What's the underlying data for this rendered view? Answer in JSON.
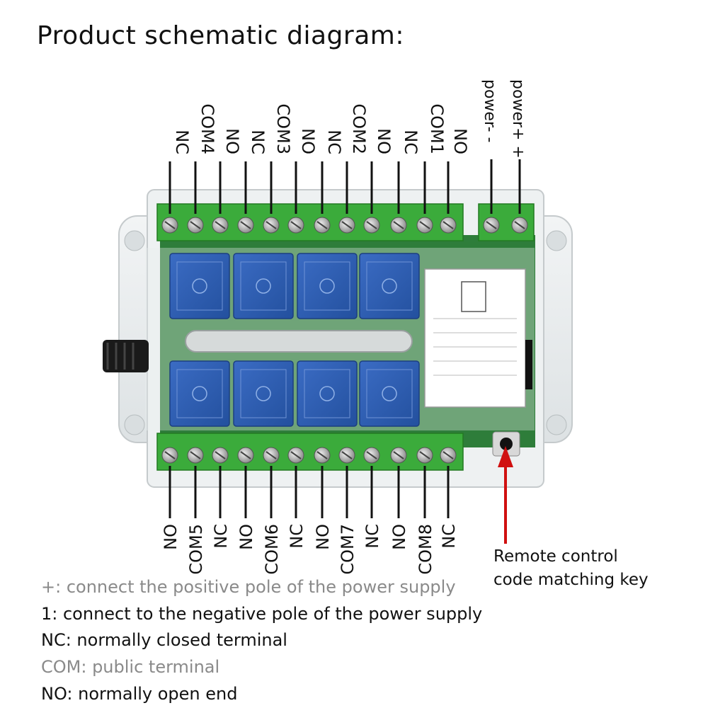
{
  "title": "Product schematic diagram:",
  "top_terminals": [
    "NC",
    "COM4",
    "NO",
    "NC",
    "COM3",
    "NO",
    "NC",
    "COM2",
    "NO",
    "NC",
    "COM1",
    "NO"
  ],
  "power_terminals": [
    "power- -",
    "power+ +"
  ],
  "bottom_terminals": [
    "NO",
    "COM5",
    "NC",
    "NO",
    "COM6",
    "NC",
    "NO",
    "COM7",
    "NC",
    "NO",
    "COM8",
    "NC"
  ],
  "callout": {
    "line1": "Remote control",
    "line2": "code matching key"
  },
  "legend": [
    "+: connect the positive pole of the power supply",
    "1: connect to the negative pole of the power supply",
    "NC: normally closed terminal",
    "COM: public terminal",
    "NO: normally open end"
  ],
  "colors": {
    "terminal_green": "#3bab3b",
    "relay_blue": "#2f5fb3",
    "arrow_red": "#d01010",
    "board_green": "#2e7d3a"
  }
}
